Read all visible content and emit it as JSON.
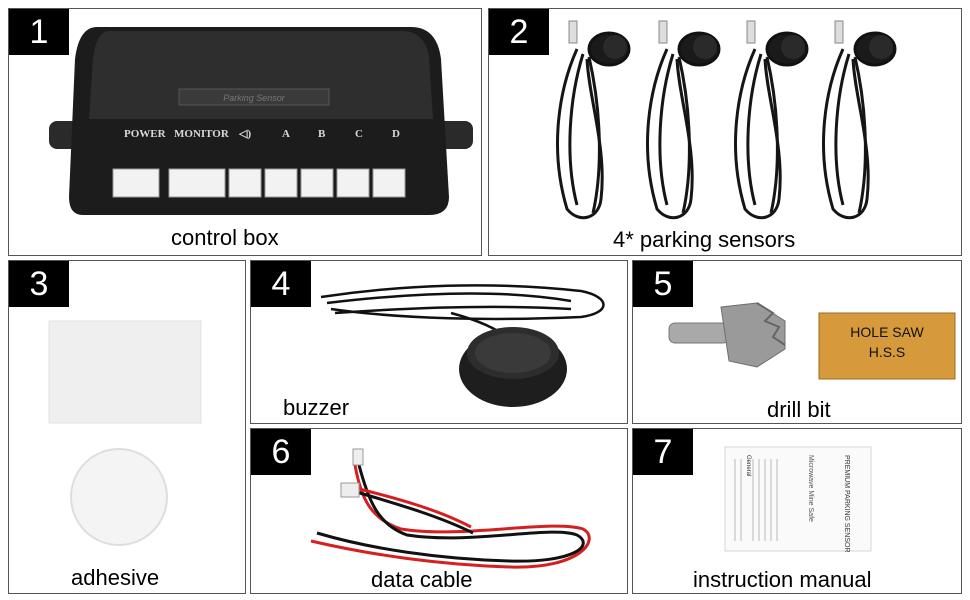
{
  "panels": [
    {
      "number": "1",
      "caption": "control box"
    },
    {
      "number": "2",
      "caption": "4* parking sensors"
    },
    {
      "number": "3",
      "caption": "adhesive"
    },
    {
      "number": "4",
      "caption": "buzzer"
    },
    {
      "number": "5",
      "caption": "drill bit"
    },
    {
      "number": "6",
      "caption": "data cable"
    },
    {
      "number": "7",
      "caption": "instruction manual"
    }
  ],
  "control_box": {
    "top_label": "Parking Sensor",
    "ports": [
      "POWER",
      "MONITOR",
      "◁)",
      "A",
      "B",
      "C",
      "D"
    ]
  },
  "drill_box": {
    "line1": "HOLE  SAW",
    "line2": "H.S.S"
  },
  "manual": {
    "title": "PREMIUM PARKING SENSOR",
    "subtitle": "Microwave Mine Safe",
    "heading": "General"
  },
  "colors": {
    "dark": "#1b1b1b",
    "accent_red": "#d62020",
    "drill_orange": "#d69a3c"
  }
}
